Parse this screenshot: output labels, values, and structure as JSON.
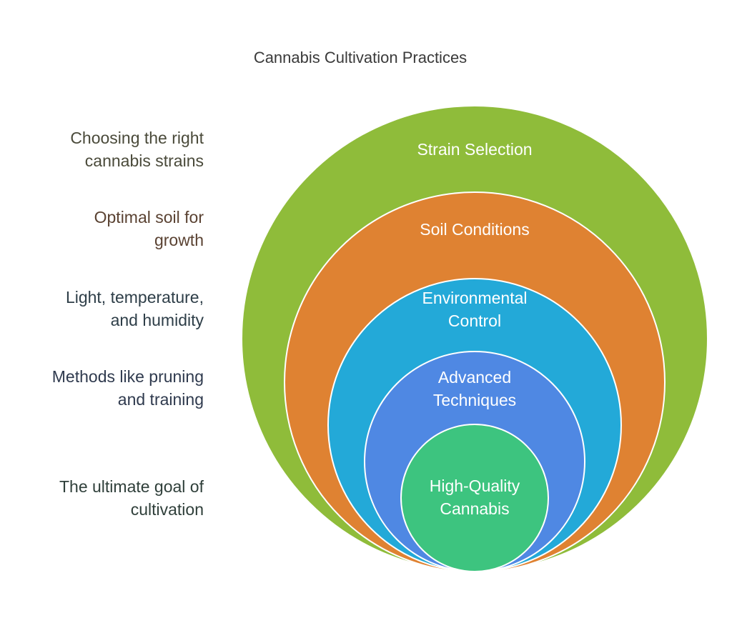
{
  "title": "Cannabis Cultivation Practices",
  "layers": [
    {
      "label_lines": [
        "Strain Selection"
      ],
      "description_lines": [
        "Choosing the right",
        "cannabis strains"
      ],
      "color": "#8fbc3a",
      "text_color": "#4a4a3a"
    },
    {
      "label_lines": [
        "Soil Conditions"
      ],
      "description_lines": [
        "Optimal soil for",
        "growth"
      ],
      "color": "#df8232",
      "text_color": "#5a4232"
    },
    {
      "label_lines": [
        "Environmental",
        "Control"
      ],
      "description_lines": [
        "Light, temperature,",
        "and humidity"
      ],
      "color": "#23a9d8",
      "text_color": "#2e3e48"
    },
    {
      "label_lines": [
        "Advanced",
        "Techniques"
      ],
      "description_lines": [
        "Methods like pruning",
        "and training"
      ],
      "color": "#4f88e3",
      "text_color": "#2f3a4e"
    },
    {
      "label_lines": [
        "High-Quality",
        "Cannabis"
      ],
      "description_lines": [
        "The ultimate goal of",
        "cultivation"
      ],
      "color": "#3dc47f",
      "text_color": "#2f3f3a"
    }
  ]
}
